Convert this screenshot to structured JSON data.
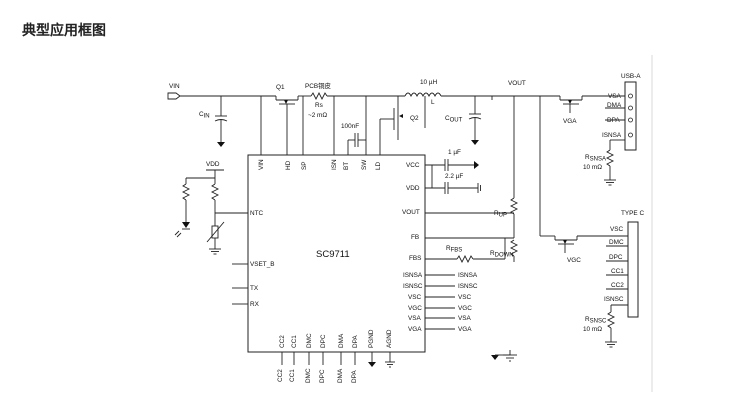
{
  "title": "典型应用框图",
  "chip": {
    "name": "SC9711"
  },
  "top_pins": [
    "VIN",
    "HD",
    "SP",
    "ISN",
    "BT",
    "SW",
    "LD"
  ],
  "bottom_pins": [
    "CC2",
    "CC1",
    "DMC",
    "DPC",
    "DMA",
    "DPA",
    "PGND",
    "AGND"
  ],
  "bottom_labels": [
    "CC2",
    "CC1",
    "DMC",
    "DPC",
    "DMA",
    "DPA"
  ],
  "left_pins": [
    "NTC",
    "VSET_B",
    "TX",
    "RX"
  ],
  "right_pins": [
    "VCC",
    "VDD",
    "VOUT",
    "FB",
    "FBS"
  ],
  "right_lower_pins": [
    "ISNSA",
    "ISNSC",
    "VSC",
    "VGC",
    "VSA",
    "VGA"
  ],
  "right_lower_labels": [
    "ISNSA",
    "ISNSC",
    "VSC",
    "VGC",
    "VSA",
    "VGA"
  ],
  "labels": {
    "vin": "VIN",
    "cin": "C",
    "cin_sub": "IN",
    "q1": "Q1",
    "pcb": "PCB铜皮",
    "rs": "Rs",
    "rs_val": "~2 mΩ",
    "ind_val": "10 µH",
    "ind": "L",
    "vout": "VOUT",
    "q2": "Q2",
    "boot_cap": "100nF",
    "cout": "C",
    "cout_sub": "OUT",
    "cap1": "1 µF",
    "cap2": "2.2 µF",
    "vdd": "VDD",
    "rup": "R",
    "rup_sub": "UP",
    "rfbs": "R",
    "rfbs_sub": "FBS",
    "rdown": "R",
    "rdown_sub": "DOWN",
    "vga": "VGA",
    "vgc": "VGC",
    "rsnsa": "R",
    "rsnsa_sub": "SNSA",
    "rsnsa_val": "10 mΩ",
    "rsnsc": "R",
    "rsnsc_sub": "SNSC",
    "rsnsc_val": "10 mΩ"
  },
  "usb_a": {
    "title": "USB-A",
    "pins": [
      "VSA",
      "DMA",
      "DPA",
      "ISNSA"
    ]
  },
  "type_c": {
    "title": "TYPE C",
    "pins": [
      "VSC",
      "DMC",
      "DPC",
      "CC1",
      "CC2",
      "ISNSC"
    ]
  }
}
